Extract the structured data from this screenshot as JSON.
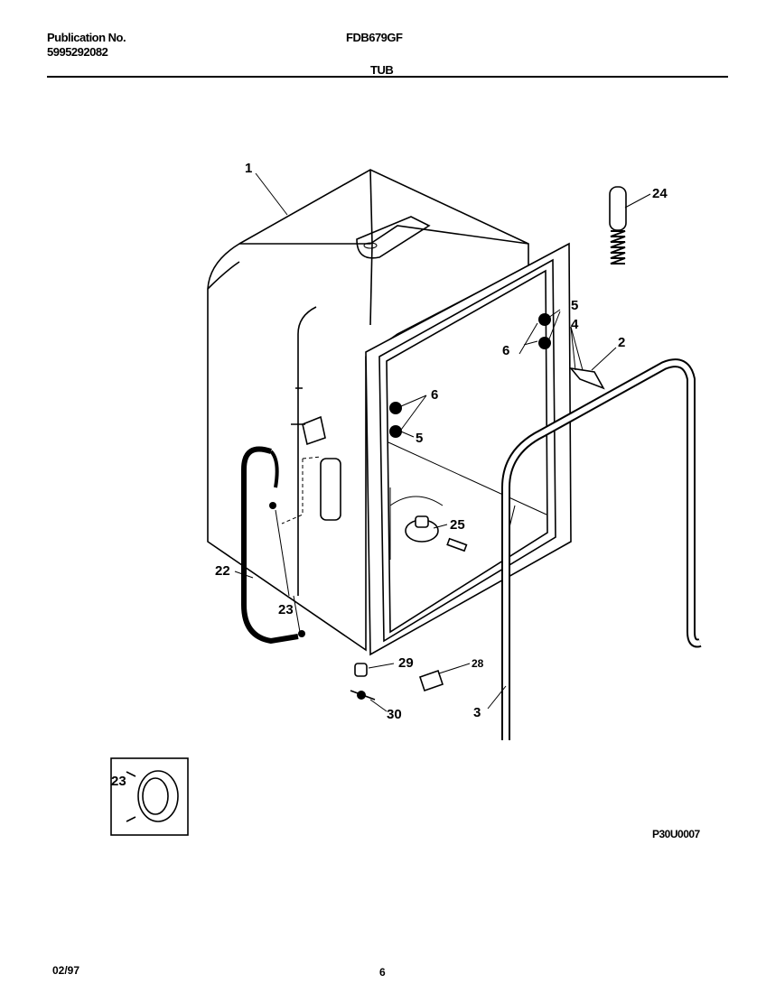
{
  "header": {
    "publication_label": "Publication No.",
    "publication_number": "5995292082",
    "model": "FDB679GF",
    "section_title": "TUB"
  },
  "callouts": {
    "c1": "1",
    "c2": "2",
    "c3": "3",
    "c4": "4",
    "c5a": "5",
    "c5b": "5",
    "c6a": "6",
    "c6b": "6",
    "c22": "22",
    "c23a": "23",
    "c23b": "23",
    "c24": "24",
    "c25": "25",
    "c28": "28",
    "c29": "29",
    "c30": "30"
  },
  "figure_code": "P30U0007",
  "footer": {
    "date": "02/97",
    "page": "6"
  }
}
